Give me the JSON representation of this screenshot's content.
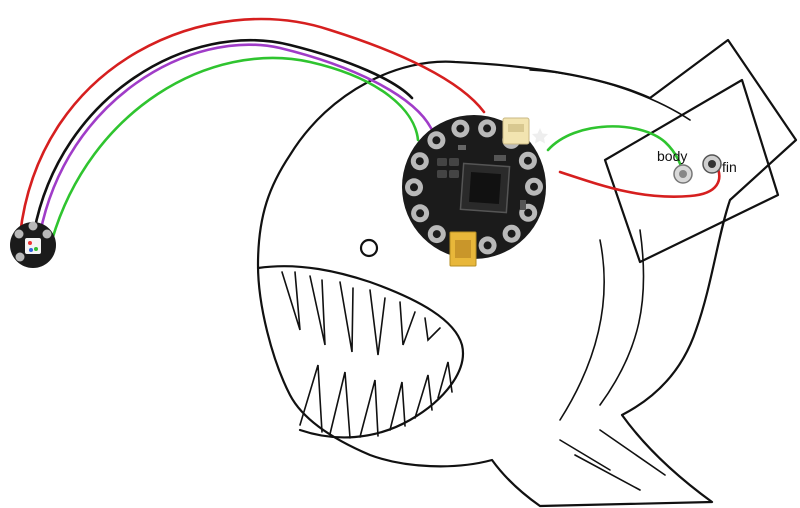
{
  "labels": {
    "body": "body",
    "fin": "fin"
  },
  "components": {
    "microcontroller": "flora-board",
    "pixel": "neopixel",
    "sensors": [
      "body-sensor",
      "fin-sensor"
    ]
  },
  "colors": {
    "wire_red": "#d61f1f",
    "wire_black": "#111111",
    "wire_purple": "#a03cc8",
    "wire_green": "#2fc42f",
    "board": "#1b1b1b",
    "pad": "#b9b9b9",
    "connector": "#f2e4b0",
    "usb": "#e8b73a"
  }
}
